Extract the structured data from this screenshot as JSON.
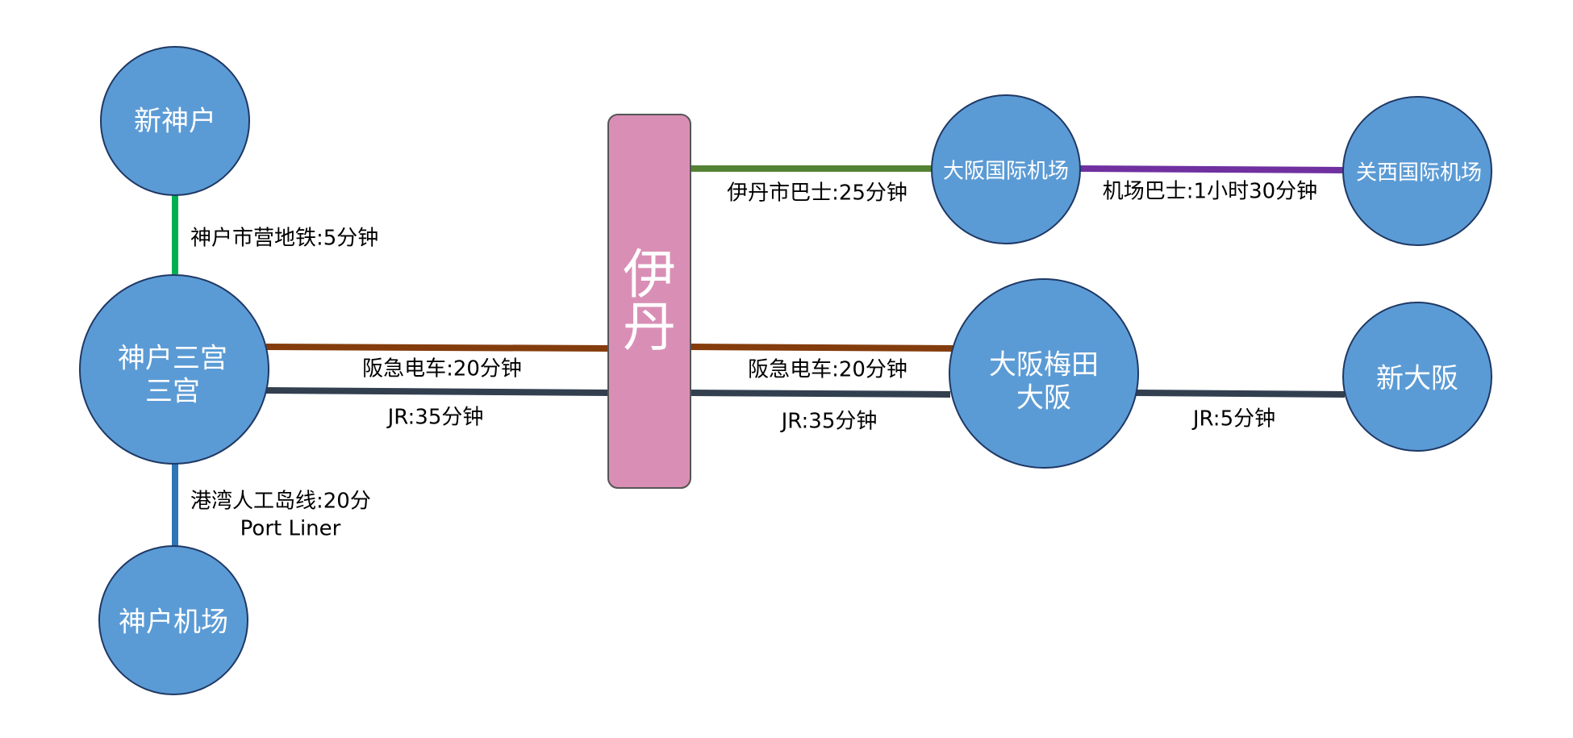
{
  "hub": {
    "line1": "伊",
    "line2": "丹"
  },
  "stations": {
    "shin_kobe": "新神户",
    "sannomiya_1": "神户三宫",
    "sannomiya_2": "三宫",
    "kobe_airport": "神户机场",
    "osaka_airport": "大阪国际机场",
    "kansai_airport": "关西国际机场",
    "umeda_1": "大阪梅田",
    "umeda_2": "大阪",
    "shin_osaka": "新大阪"
  },
  "routes": {
    "kobe_subway": "神户市营地铁:5分钟",
    "port_liner_1": "港湾人工岛线:20分",
    "port_liner_2": "Port Liner",
    "hankyu_west": "阪急电车:20分钟",
    "jr_west": "JR:35分钟",
    "itami_bus": "伊丹市巴士:25分钟",
    "airport_bus": "机场巴士:1小时30分钟",
    "hankyu_east": "阪急电车:20分钟",
    "jr_east": "JR:35分钟",
    "jr_shin_osaka": "JR:5分钟"
  },
  "colors": {
    "station_fill": "#5b9bd5",
    "station_stroke": "#1f3864",
    "hub_fill": "#d98fb5",
    "kobe_subway_line": "#00b050",
    "port_liner_line": "#2e75b6",
    "hankyu_line": "#843c0c",
    "jr_line": "#323f4f",
    "itami_bus_line": "#548235",
    "airport_bus_line": "#7030a0"
  }
}
